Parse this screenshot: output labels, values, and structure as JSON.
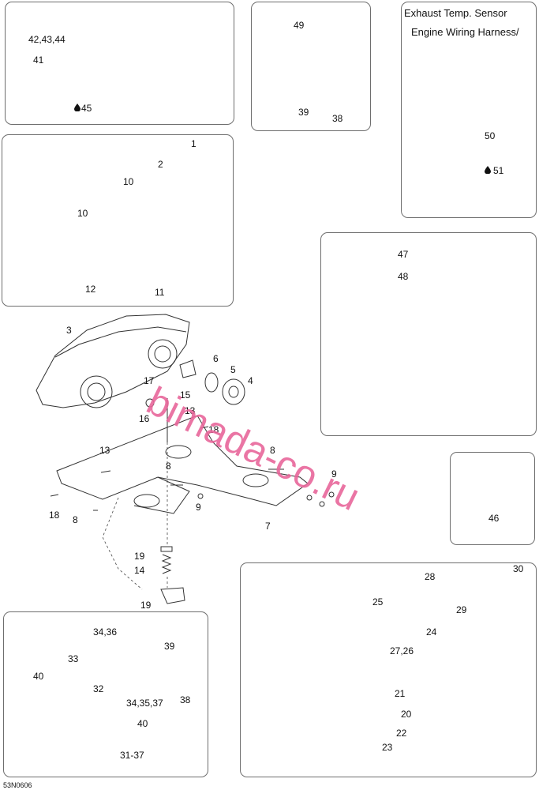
{
  "callouts": {
    "p1": [
      "42,43,44",
      "41",
      "45"
    ],
    "p2": [
      "49",
      "39",
      "38"
    ],
    "p3": [
      "50",
      "51"
    ],
    "p4": [
      "1",
      "2",
      "10",
      "10",
      "12",
      "11"
    ],
    "p5": [
      "47",
      "48"
    ],
    "p6": [
      "3",
      "17",
      "15",
      "6",
      "5",
      "4",
      "16",
      "13",
      "18",
      "13",
      "8",
      "8",
      "9",
      "18",
      "8",
      "9",
      "7",
      "19",
      "14",
      "19"
    ],
    "p7": [
      "46"
    ],
    "p8": [
      "34,36",
      "39",
      "33",
      "32",
      "40",
      "34,35,37",
      "38",
      "40",
      "31-37"
    ],
    "p9": [
      "28",
      "30",
      "25",
      "29",
      "24",
      "27,26",
      "21",
      "20",
      "22",
      "23"
    ]
  },
  "headers": {
    "exhaust_sensor": "Exhaust Temp. Sensor",
    "wiring_harness": "Engine Wiring Harness/"
  },
  "watermark": "bimada-co.ru",
  "diagram_code": "53N0606",
  "colors": {
    "watermark": "#e8679b",
    "line": "#333333",
    "frame": "#6e6e6e"
  }
}
